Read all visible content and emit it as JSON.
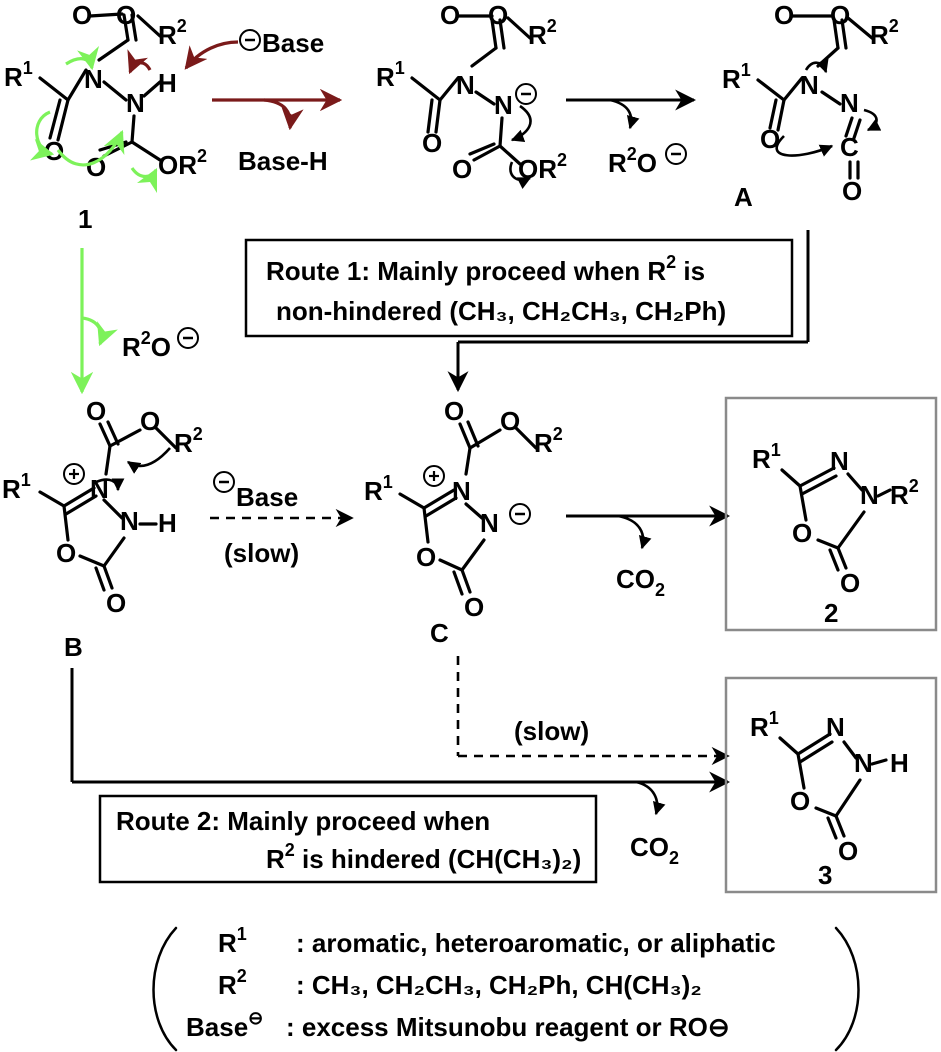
{
  "compound_labels": {
    "c1": "1",
    "cA": "A",
    "cB": "B",
    "cC": "C",
    "c2": "2",
    "c3": "3"
  },
  "reagents": {
    "base_minus": "Base",
    "base_h": "Base-H",
    "alkoxide": "R²O",
    "co2": "CO",
    "slow": "(slow)"
  },
  "route1": {
    "line1_pre": "Route 1: Mainly proceed when R",
    "line1_sup": "2",
    "line1_post": " is",
    "line2": "non-hindered (CH₃, CH₂CH₃, CH₂Ph)"
  },
  "route2": {
    "line1": "Route 2: Mainly proceed when",
    "line2_pre": "R",
    "line2_sup": "2",
    "line2_post": " is hindered (CH(CH₃)₂)"
  },
  "legend": [
    {
      "key": "R",
      "sup": "1",
      "desc": ": aromatic, heteroaromatic, or aliphatic"
    },
    {
      "key": "R",
      "sup": "2",
      "desc": ": CH₃, CH₂CH₃, CH₂Ph, CH(CH₃)₂"
    },
    {
      "key": "Base",
      "sup": "⊖",
      "desc": ": excess Mitsunobu reagent or RO⊖"
    }
  ],
  "colors": {
    "main": "#000000",
    "red_arrow": "#7a1a1a",
    "green_arrow": "#7df25a",
    "product_box": "#8a8a8a"
  }
}
